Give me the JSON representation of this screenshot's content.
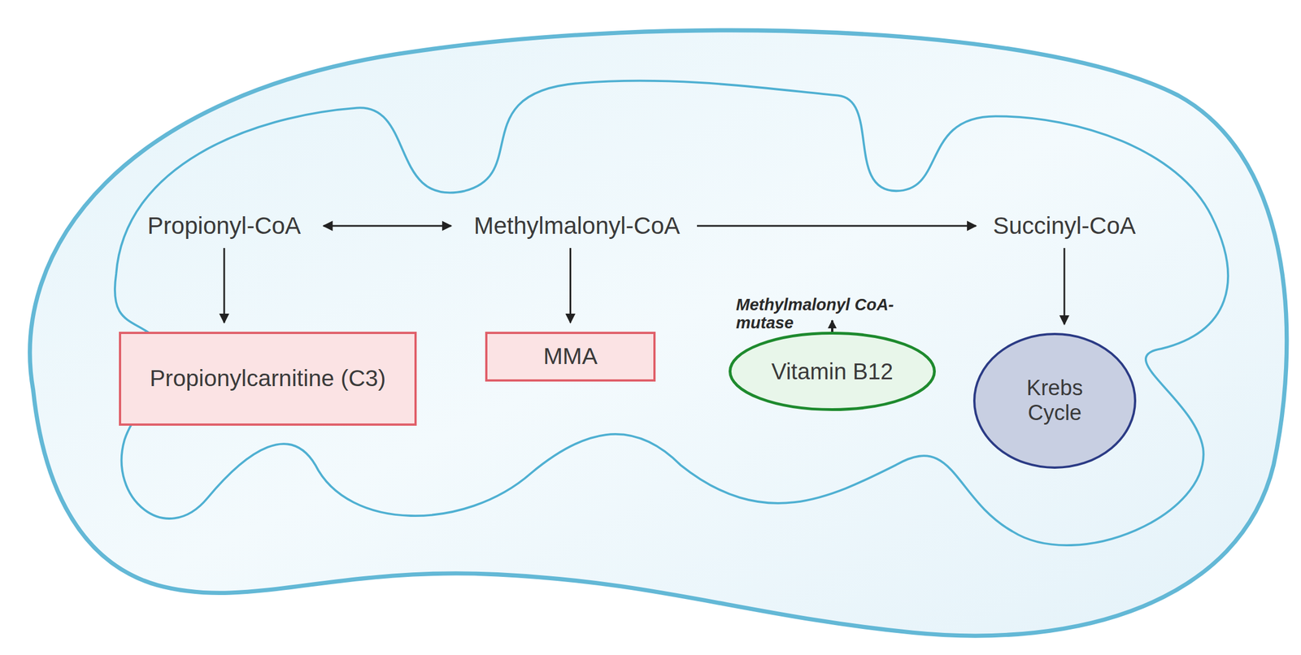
{
  "diagram": {
    "nodes": [
      {
        "text": [
          "Propionyl-CoA"
        ]
      },
      {
        "text": [
          "Methylmalonyl-CoA"
        ]
      },
      {
        "text": [
          "Succinyl-CoA"
        ]
      },
      {
        "text": [
          "Propionylcarnitine (C3)"
        ]
      },
      {
        "text": [
          "MMA"
        ]
      },
      {
        "text": [
          "Vitamin B12"
        ]
      },
      {
        "text": [
          "Krebs Cycle"
        ]
      }
    ],
    "edges": [
      {
        "from": 0,
        "to": 1,
        "arrow": "both"
      },
      {
        "from": 0,
        "to": 3,
        "arrow": "to"
      },
      {
        "from": 1,
        "to": 4,
        "arrow": "to"
      },
      {
        "from": 1,
        "to": 2,
        "label": "Methylmalonyl CoA-mutase",
        "arrow": "to"
      },
      {
        "from": 2,
        "to": 6,
        "arrow": "to"
      }
    ]
  }
}
